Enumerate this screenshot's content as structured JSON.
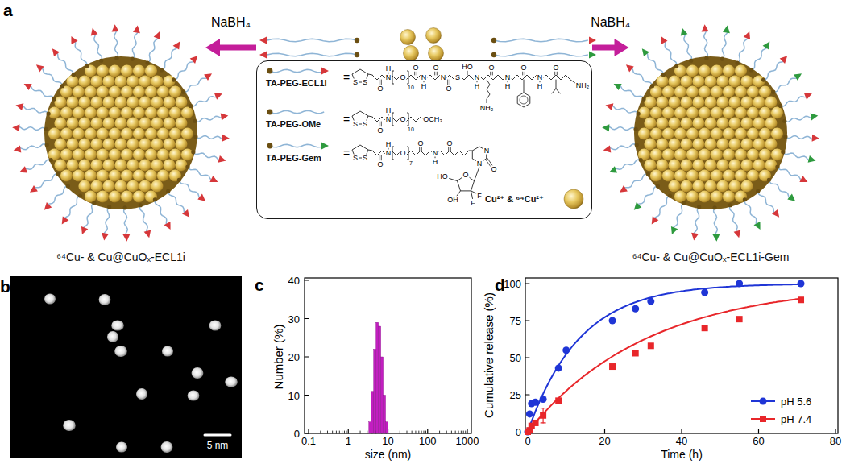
{
  "diagram": {
    "nodes": [
      {
        "text": [
          "⁶⁴Cu- & Cu@CuOₓ-ECL1i"
        ]
      },
      {
        "text": [
          "TA-PEG-ECL1i",
          "TA-PEG-OMe",
          "TA-PEG-Gem",
          "Cu²⁺ & ⁶⁴Cu²⁺"
        ]
      },
      {
        "text": [
          "⁶⁴Cu- & Cu@CuOₓ-ECL1i-Gem"
        ]
      }
    ],
    "edges": [
      {
        "from": 1,
        "to": 0,
        "arrow": "to",
        "label": "NaBH₄"
      },
      {
        "from": 1,
        "to": 2,
        "arrow": "to",
        "label": "NaBH₄"
      }
    ],
    "labels": [
      "a",
      "b",
      "c",
      "d",
      "=",
      "=",
      "=",
      "S",
      "S",
      "H",
      "N",
      "O",
      "O",
      "10",
      "N",
      "H",
      "O",
      "O",
      "N",
      "O",
      "S",
      "HO",
      "N",
      "H",
      "O",
      "N",
      "H",
      "O",
      "N",
      "H",
      "O",
      "NH₂",
      "NH₂",
      "S",
      "S",
      "H",
      "N",
      "O",
      "O",
      "10",
      "OCH₃",
      "S",
      "S",
      "H",
      "N",
      "O",
      "O",
      "7",
      "O",
      "N",
      "H",
      "O",
      "N",
      "N",
      "O",
      "O",
      "HO",
      "OH",
      "F",
      "F",
      "5 nm",
      "Number (%)",
      "0",
      "10",
      "20",
      "30",
      "40",
      "0.1",
      "1",
      "10",
      "100",
      "1000",
      "size (nm)",
      "Cumulative release (%)",
      "0",
      "25",
      "50",
      "75",
      "100",
      "0",
      "20",
      "40",
      "60",
      "80",
      "Time (h)"
    ],
    "legend": [
      {
        "text": "pH 5.6"
      },
      {
        "text": "pH 7.4"
      }
    ]
  }
}
